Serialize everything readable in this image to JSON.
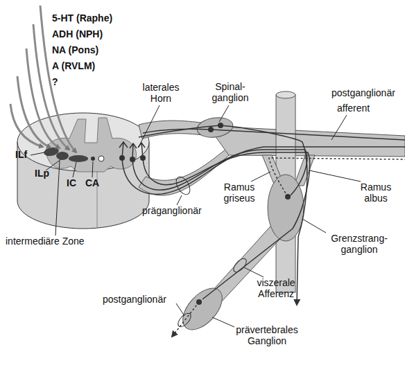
{
  "diagram": {
    "labels": [
      "5-HT (Raphe)",
      "ADH (NPH)",
      "NA (Pons)",
      "A (RVLM)",
      "?",
      "laterales Horn",
      "Spinal- ganglion",
      "postganglionär",
      "afferent",
      "ILf",
      "ILp",
      "IC",
      "CA",
      "Ramus griseus",
      "Ramus albus",
      "präganglionär",
      "Grenzstrang- ganglion",
      "intermediäre Zone",
      "viszerale Afferenz",
      "postganglionär",
      "prävertebrales Ganglion"
    ]
  }
}
